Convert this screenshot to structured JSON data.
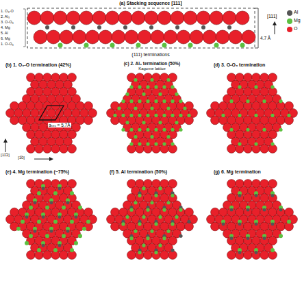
{
  "diagram": {
    "labels": [
      "(a) Stacking sequence [111]",
      "1. O₃-O",
      "2. Al₃",
      "3. O-O₃",
      "4. Mg",
      "5. Al",
      "6. Mg",
      "1. O-O₃",
      "[111]",
      "4.7 Å",
      "(111) terminations",
      "(b) 1. O₃-O termination (42%)",
      "(c) 2. Al₃ termination (50%)",
      "Kagome lattice",
      "(d) 3. O-O₃ termination",
      "aₕₑₓ = 5.7Å",
      "[11̅2]",
      "[1̅0]",
      "(e) 4. Mg termination (~75%)",
      "(f) 5. Al termination (50%)",
      "(g) 6. Mg termination"
    ],
    "legend": [
      {
        "text": "Al",
        "color": "#555555"
      },
      {
        "text": "Mg",
        "color": "#5cc040"
      },
      {
        "text": "O",
        "color": "#e8202a"
      }
    ]
  }
}
